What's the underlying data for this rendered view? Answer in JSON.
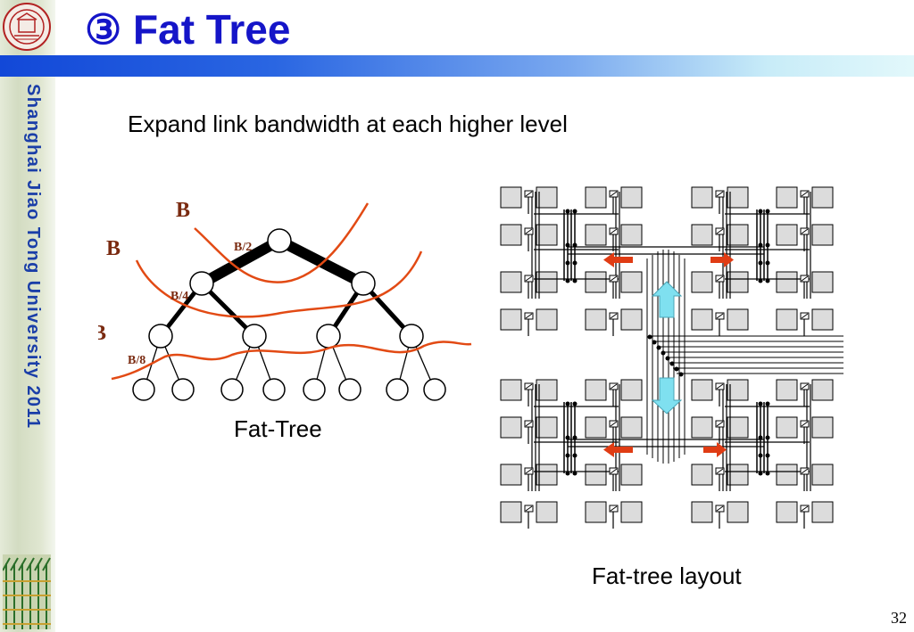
{
  "sidebar": {
    "university": "Shanghai Jiao Tong  University 2011"
  },
  "slide": {
    "title": "③ Fat Tree",
    "subtitle": "Expand link bandwidth at each higher level",
    "page_number": "32"
  },
  "fat_tree": {
    "caption": "Fat-Tree",
    "bandwidth_labels": [
      "B",
      "B",
      "B"
    ],
    "link_labels": [
      "B/2",
      "B/4",
      "B/8"
    ]
  },
  "layout": {
    "caption": "Fat-tree layout"
  },
  "colors": {
    "title": "#1515c8",
    "sidebar_text": "#1a3ea8",
    "cut_lines": "#e24a14",
    "red_arrows": "#e03c14",
    "cyan_arrows": "#7fe0f0",
    "node_fill": "#dcdcdc"
  }
}
